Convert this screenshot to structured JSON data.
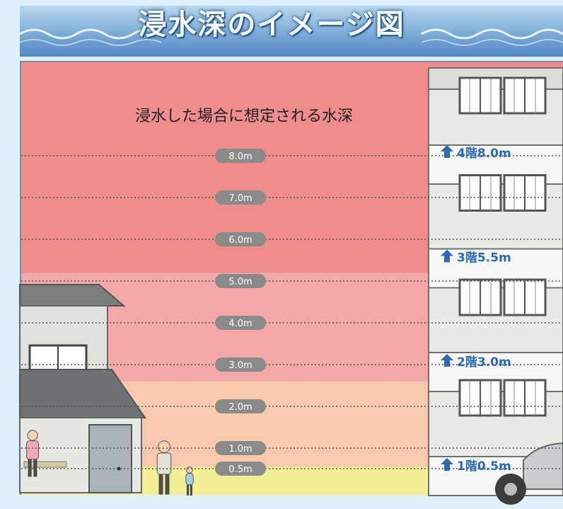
{
  "title": "浸水深のイメージ図",
  "subtitle": "浸水した場合に想定される水深",
  "depth_markers": [
    {
      "label": "8.0m",
      "depth_m": 8.0
    },
    {
      "label": "7.0m",
      "depth_m": 7.0
    },
    {
      "label": "6.0m",
      "depth_m": 6.0
    },
    {
      "label": "5.0m",
      "depth_m": 5.0
    },
    {
      "label": "4.0m",
      "depth_m": 4.0
    },
    {
      "label": "3.0m",
      "depth_m": 3.0
    },
    {
      "label": "2.0m",
      "depth_m": 2.0
    },
    {
      "label": "1.0m",
      "depth_m": 1.0
    },
    {
      "label": "0.5m",
      "depth_m": 0.5
    }
  ],
  "floor_labels": [
    {
      "label": "4階8.0m",
      "depth_m": 8.0
    },
    {
      "label": "3階5.5m",
      "depth_m": 5.5
    },
    {
      "label": "2階3.0m",
      "depth_m": 3.0
    },
    {
      "label": "1階0.5m",
      "depth_m": 0.5
    }
  ],
  "colors": {
    "zone_deep": "#ef8c8d",
    "zone_mid": "#f4a7a7",
    "zone_shallow": "#f9c9ad",
    "zone_ground": "#f2ef97",
    "label_fill": "#8a8a8a",
    "floor_text": "#2e6ab0"
  }
}
